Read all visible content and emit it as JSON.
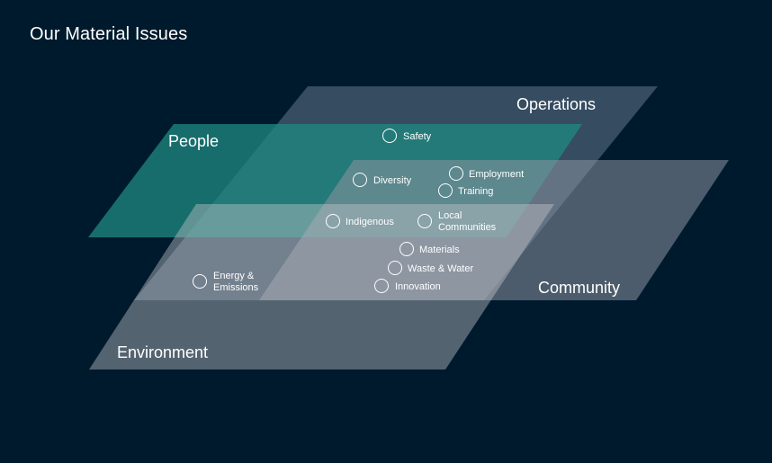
{
  "title": "Our Material Issues",
  "colors": {
    "background": "#001a2d",
    "people": "#1f8a82",
    "operations": "#6b7d96",
    "community": "#8a93a0",
    "environment": "#c7c9cc"
  },
  "planes": [
    {
      "key": "operations",
      "label": "Operations"
    },
    {
      "key": "people",
      "label": "People"
    },
    {
      "key": "community",
      "label": "Community"
    },
    {
      "key": "environment",
      "label": "Environment"
    }
  ],
  "issues": [
    {
      "key": "safety",
      "lines": [
        "Safety"
      ]
    },
    {
      "key": "diversity",
      "lines": [
        "Diversity"
      ]
    },
    {
      "key": "employment",
      "lines": [
        "Employment"
      ]
    },
    {
      "key": "training",
      "lines": [
        "Training"
      ]
    },
    {
      "key": "indigenous",
      "lines": [
        "Indigenous"
      ]
    },
    {
      "key": "local-communities",
      "lines": [
        "Local",
        "Communities"
      ]
    },
    {
      "key": "materials",
      "lines": [
        "Materials"
      ]
    },
    {
      "key": "waste-water",
      "lines": [
        "Waste & Water"
      ]
    },
    {
      "key": "energy-emissions",
      "lines": [
        "Energy &",
        "Emissions"
      ]
    },
    {
      "key": "innovation",
      "lines": [
        "Innovation"
      ]
    }
  ]
}
